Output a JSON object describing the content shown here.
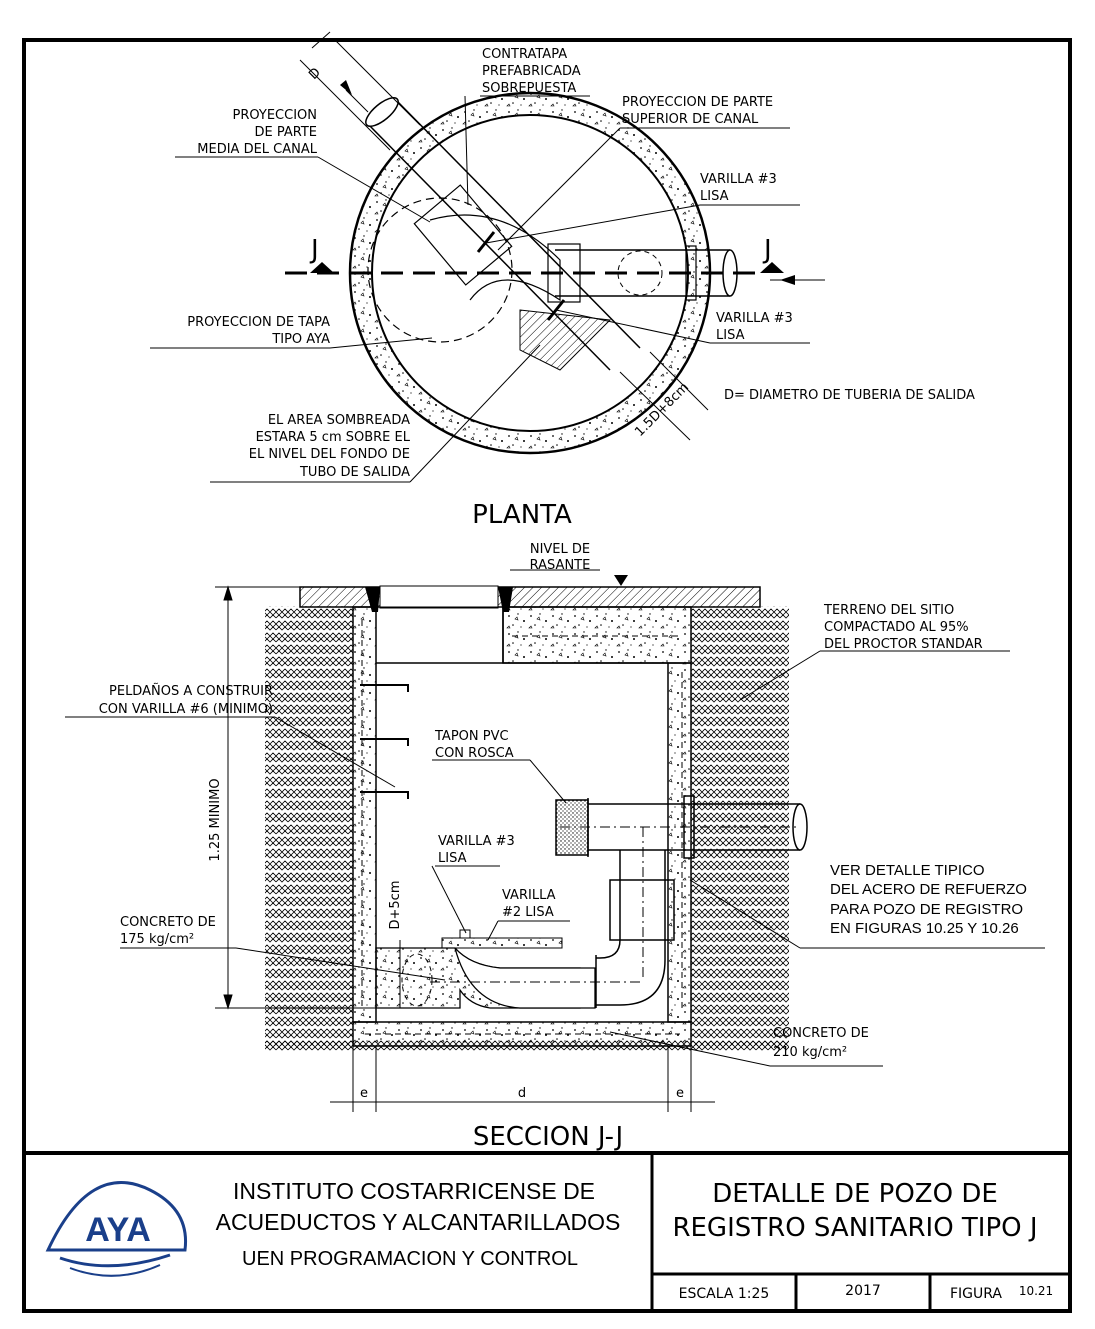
{
  "plan": {
    "title": "PLANTA",
    "labels": {
      "d": "D",
      "contratapa_1": "CONTRATAPA",
      "contratapa_2": "PREFABRICADA",
      "contratapa_3": "SOBREPUESTA",
      "proy_media_1": "PROYECCION",
      "proy_media_2": "DE PARTE",
      "proy_media_3": "MEDIA DEL CANAL",
      "proy_sup_1": "PROYECCION DE PARTE",
      "proy_sup_2": "SUPERIOR DE CANAL",
      "varilla_a_1": "VARILLA #3",
      "varilla_a_2": "LISA",
      "j_left": "J",
      "j_right": "J",
      "varilla_b_1": "VARILLA #3",
      "varilla_b_2": "LISA",
      "proy_tapa_1": "PROYECCION DE TAPA",
      "proy_tapa_2": "TIPO AYA",
      "dim_diag": "1.5D+8cm",
      "d_def": "D= DIAMETRO DE TUBERIA DE SALIDA",
      "area_1": "EL AREA SOMBREADA",
      "area_2": "ESTARA 5 cm SOBRE EL",
      "area_3": "EL NIVEL DEL FONDO DE",
      "area_4": "TUBO DE SALIDA"
    }
  },
  "section": {
    "title": "SECCION J-J",
    "labels": {
      "nivel_1": "NIVEL DE",
      "nivel_2": "RASANTE",
      "terreno_1": "TERRENO DEL SITIO",
      "terreno_2": "COMPACTADO AL 95%",
      "terreno_3": "DEL PROCTOR STANDAR",
      "peldanos_1": "PELDAÑOS A CONSTRUIR",
      "peldanos_2": "CON VARILLA #6 (MINIMO)",
      "tapon_1": "TAPON PVC",
      "tapon_2": "CON ROSCA",
      "min_dim": "1.25 MINIMO",
      "varilla3_1": "VARILLA #3",
      "varilla3_2": "LISA",
      "varilla2_1": "VARILLA",
      "varilla2_2": "#2 LISA",
      "dplus": "D+5cm",
      "conc175_1": "CONCRETO DE",
      "conc175_2": "175 kg/cm²",
      "ver_1": "VER DETALLE TIPICO",
      "ver_2": "DEL ACERO DE REFUERZO",
      "ver_3": "PARA POZO DE REGISTRO",
      "ver_4": "EN FIGURAS 10.25 Y 10.26",
      "conc210_1": "CONCRETO DE",
      "conc210_2": "210 kg/cm²",
      "e_left": "e",
      "d_mid": "d",
      "e_right": "e"
    }
  },
  "titleblock": {
    "logo_text": "AYA",
    "org_1": "INSTITUTO COSTARRICENSE DE",
    "org_2": "ACUEDUCTOS Y ALCANTARILLADOS",
    "org_3": "UEN PROGRAMACION Y CONTROL",
    "title_1": "DETALLE  DE  POZO  DE",
    "title_2": "REGISTRO  SANITARIO  TIPO  J",
    "escala": "ESCALA  1:25",
    "year": "2017",
    "figura_label": "FIGURA",
    "figura_num": "10.21"
  },
  "colors": {
    "line": "#000000",
    "paper": "#ffffff",
    "logo_blue": "#1a3f8a"
  }
}
